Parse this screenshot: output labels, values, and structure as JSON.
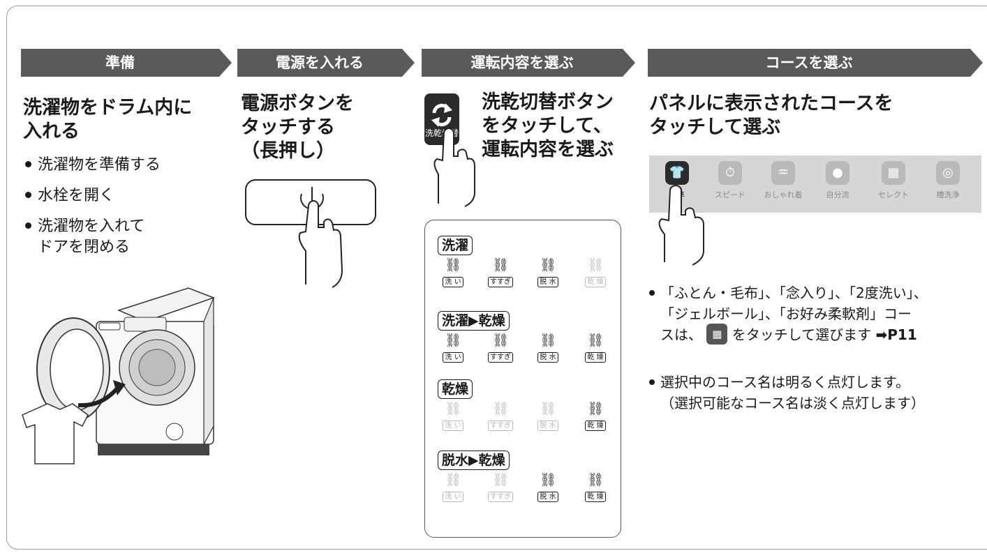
{
  "steps": [
    {
      "header": "準備",
      "title_lines": [
        "洗濯物をドラム内に",
        "入れる"
      ],
      "bullets": [
        "洗濯物を準備する",
        "水栓を開く",
        "洗濯物を入れて",
        "ドアを閉める"
      ]
    },
    {
      "header": "電源を入れる",
      "title_lines": [
        "電源ボタンを",
        "タッチする",
        "（長押し）"
      ]
    },
    {
      "header": "運転内容を選ぶ",
      "title_lines": [
        "洗乾切替ボタン",
        "をタッチして、",
        "運転内容を選ぶ"
      ],
      "button_label": "洗乾切替"
    },
    {
      "header": "コースを選ぶ",
      "title_lines": [
        "パネルに表示されたコースを",
        "タッチして選ぶ"
      ]
    }
  ],
  "modes": [
    {
      "tag": "洗濯",
      "cells": [
        {
          "label": "洗 い",
          "on": true
        },
        {
          "label": "すすぎ",
          "on": true
        },
        {
          "label": "脱 水",
          "on": true
        },
        {
          "label": "乾 燥",
          "on": false
        }
      ]
    },
    {
      "tag": "洗濯▶乾燥",
      "cells": [
        {
          "label": "洗 い",
          "on": true
        },
        {
          "label": "すすぎ",
          "on": true
        },
        {
          "label": "脱 水",
          "on": true
        },
        {
          "label": "乾 燥",
          "on": true
        }
      ]
    },
    {
      "tag": "乾燥",
      "cells": [
        {
          "label": "洗 い",
          "on": false
        },
        {
          "label": "すすぎ",
          "on": false
        },
        {
          "label": "脱 水",
          "on": false
        },
        {
          "label": "乾 燥",
          "on": true
        }
      ]
    },
    {
      "tag": "脱水▶乾燥",
      "cells": [
        {
          "label": "洗 い",
          "on": false
        },
        {
          "label": "すすぎ",
          "on": false
        },
        {
          "label": "脱 水",
          "on": true
        },
        {
          "label": "乾 燥",
          "on": true
        }
      ]
    }
  ],
  "courses": [
    {
      "label": "標準",
      "icon": "shirt-icon",
      "active": true
    },
    {
      "label": "スピード",
      "icon": "speed-icon",
      "active": false
    },
    {
      "label": "おしゃれ着",
      "icon": "sweater-icon",
      "active": false
    },
    {
      "label": "自分流",
      "icon": "person-icon",
      "active": false
    },
    {
      "label": "セレクト",
      "icon": "select-icon",
      "active": false
    },
    {
      "label": "槽洗浄",
      "icon": "tub-clean-icon",
      "active": false
    }
  ],
  "notes": {
    "note1_line1": "「ふとん・毛布」、「念入り」、「2度洗い」、",
    "note1_line2": "「ジェルボール」、「お好み柔軟剤」コー",
    "note1_line3a": "スは、",
    "note1_line3b": "をタッチして選びます",
    "note1_ref": "P11",
    "note2_line1": "選択中のコース名は明るく点灯します。",
    "note2_line2": "（選択可能なコース名は淡く点灯します）"
  },
  "colors": {
    "header_bg": "#5a5a5a",
    "course_bar_bg": "#d6d6d6",
    "dim": "#b9b9b9"
  }
}
